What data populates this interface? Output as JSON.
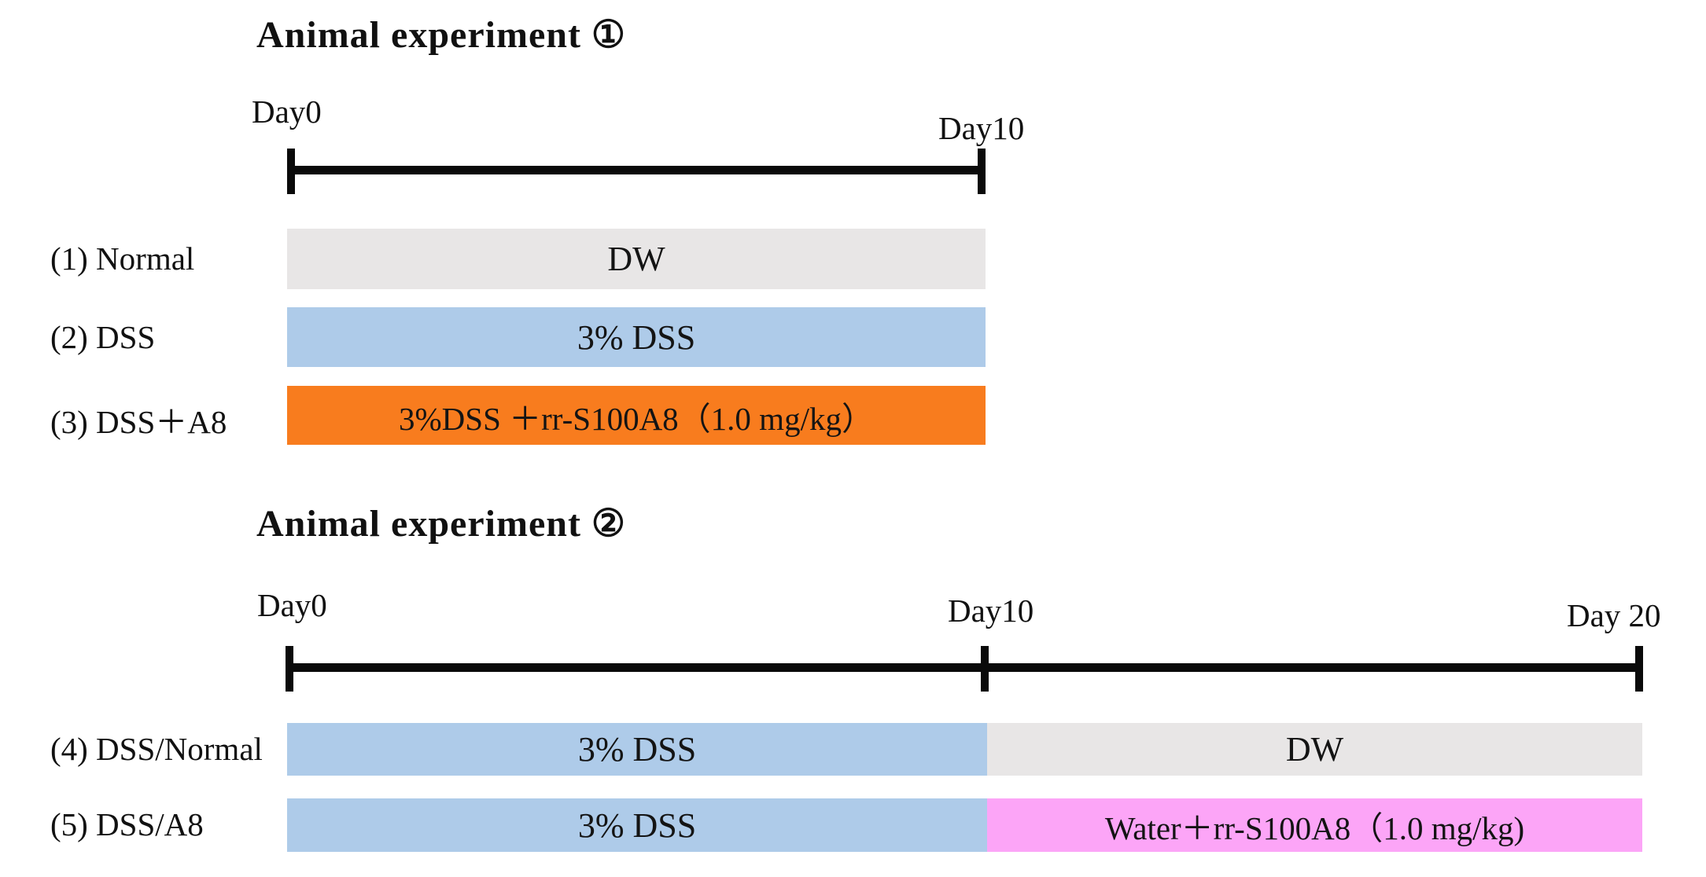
{
  "page": {
    "background": "#ffffff",
    "text_color": "#111111",
    "timeline_color": "#0a0a0a"
  },
  "colors": {
    "gray": "#E8E6E6",
    "blue": "#AECBE9",
    "orange": "#F87C1E",
    "pink": "#FCA5F7"
  },
  "experiment1": {
    "title": "Animal experiment ①",
    "timeline": {
      "start": "Day0",
      "end": "Day10"
    },
    "rows": [
      {
        "label": "(1) Normal",
        "segments": [
          {
            "text": "DW",
            "color": "#E8E6E6"
          }
        ]
      },
      {
        "label": "(2) DSS",
        "segments": [
          {
            "text": "3% DSS",
            "color": "#AECBE9"
          }
        ]
      },
      {
        "label": "(3) DSS＋A8",
        "segments": [
          {
            "text": "3%DSS ＋rr-S100A8（1.0 mg/kg）",
            "color": "#F87C1E"
          }
        ]
      }
    ]
  },
  "experiment2": {
    "title": "Animal experiment ②",
    "timeline": {
      "start": "Day0",
      "mid": "Day10",
      "end": "Day 20"
    },
    "rows": [
      {
        "label": "(4) DSS/Normal",
        "segments": [
          {
            "text": "3% DSS",
            "color": "#AECBE9"
          },
          {
            "text": "DW",
            "color": "#E8E6E6"
          }
        ]
      },
      {
        "label": "(5) DSS/A8",
        "segments": [
          {
            "text": "3% DSS",
            "color": "#AECBE9"
          },
          {
            "text": "Water＋rr-S100A8（1.0 mg/kg)",
            "color": "#FCA5F7"
          }
        ]
      }
    ]
  }
}
